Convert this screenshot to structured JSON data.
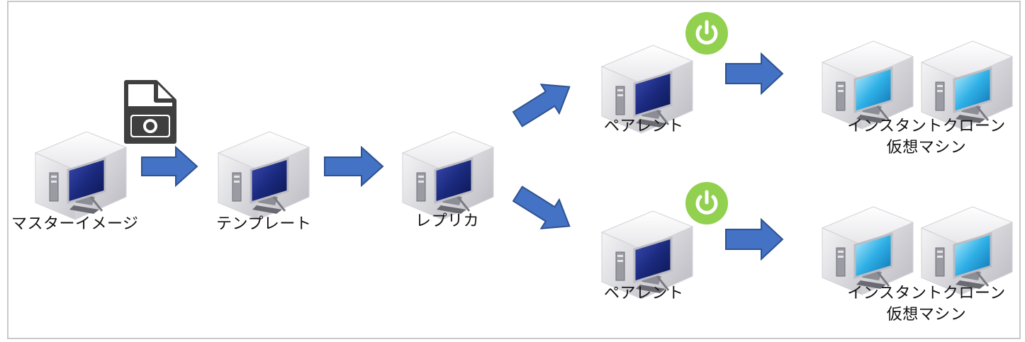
{
  "diagram": {
    "nodes": {
      "master": {
        "label": "マスターイメージ",
        "icon": "vm-computer-icon"
      },
      "template": {
        "label": "テンプレート",
        "icon": "vm-computer-icon"
      },
      "replica": {
        "label": "レプリカ",
        "icon": "vm-computer-icon"
      },
      "parent_top": {
        "label": "ペアレント",
        "icon": "vm-computer-icon",
        "status_icon": "power-on-icon"
      },
      "parent_bottom": {
        "label": "ペアレント",
        "icon": "vm-computer-icon",
        "status_icon": "power-on-icon"
      },
      "clones_top": {
        "line1": "インスタントクローン",
        "line2": "仮想マシン",
        "icon": "vm-computer-active-icon"
      },
      "clones_bottom": {
        "line1": "インスタントクローン",
        "line2": "仮想マシン",
        "icon": "vm-computer-active-icon"
      }
    },
    "snapshot_icon": "snapshot-file-icon",
    "colors": {
      "arrow": "#4472c4",
      "arrow_border": "#2f528f",
      "power": "#92d050",
      "screen_dark": "#1a2a7a",
      "screen_active": "#29a8e0",
      "frame": "#c9c9c9"
    }
  }
}
